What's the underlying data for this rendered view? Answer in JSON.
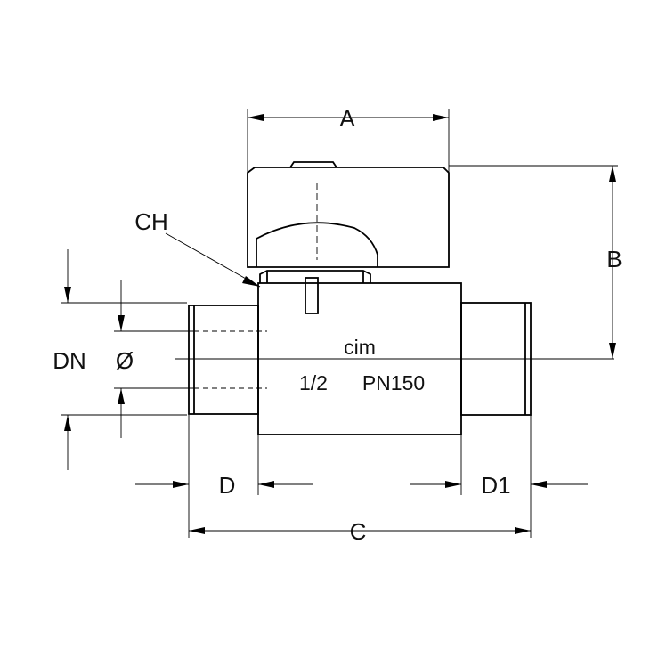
{
  "labels": {
    "A": "A",
    "B": "B",
    "C": "C",
    "D": "D",
    "D1": "D1",
    "CH": "CH",
    "DN": "DN",
    "diameter": "Ø"
  },
  "body_marking": {
    "brand": "cim",
    "size": "1/2",
    "pressure": "PN150"
  }
}
